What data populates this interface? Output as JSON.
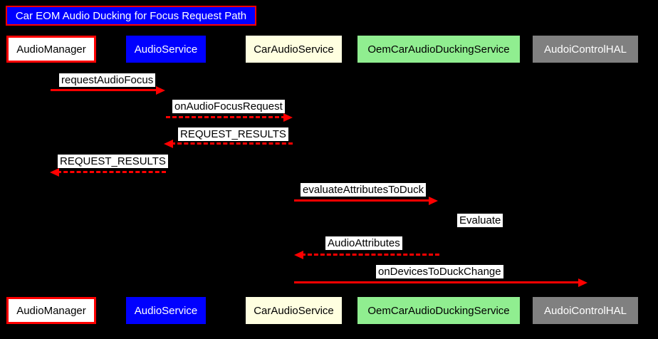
{
  "title": "Car EOM Audio Ducking for Focus Request Path",
  "diagram_type": "sequence",
  "colors": {
    "background": "#000000",
    "arrow": "#FF0000",
    "message_label_bg": "#FFFFFF",
    "message_label_text": "#000000",
    "title_bg": "#0000FF",
    "title_border": "#FF0000",
    "title_text": "#FFFFFF"
  },
  "actors": [
    {
      "name": "AudioManager",
      "bg": "#FFFFFF",
      "text": "#000000",
      "border": "#FF0000"
    },
    {
      "name": "AudioService",
      "bg": "#0000FF",
      "text": "#FFFFFF",
      "border": "none"
    },
    {
      "name": "CarAudioService",
      "bg": "#FFFFE0",
      "text": "#000000",
      "border": "none"
    },
    {
      "name": "OemCarAudioDuckingService",
      "bg": "#90EE90",
      "text": "#000000",
      "border": "none"
    },
    {
      "name": "AudoiControlHAL",
      "bg": "#808080",
      "text": "#FFFFFF",
      "border": "none"
    }
  ],
  "messages": [
    {
      "label": "requestAudioFocus",
      "from": "AudioManager",
      "to": "AudioService",
      "line": "solid",
      "direction": "right"
    },
    {
      "label": "onAudioFocusRequest",
      "from": "AudioService",
      "to": "CarAudioService",
      "line": "dashed",
      "direction": "right"
    },
    {
      "label": "REQUEST_RESULTS",
      "from": "CarAudioService",
      "to": "AudioService",
      "line": "dashed",
      "direction": "left"
    },
    {
      "label": "REQUEST_RESULTS",
      "from": "AudioService",
      "to": "AudioManager",
      "line": "dashed",
      "direction": "left"
    },
    {
      "label": "evaluateAttributesToDuck",
      "from": "CarAudioService",
      "to": "OemCarAudioDuckingService",
      "line": "solid",
      "direction": "right"
    },
    {
      "label": "Evaluate",
      "from": "OemCarAudioDuckingService",
      "to": "OemCarAudioDuckingService",
      "line": "none",
      "direction": "self"
    },
    {
      "label": "AudioAttributes",
      "from": "OemCarAudioDuckingService",
      "to": "CarAudioService",
      "line": "dashed",
      "direction": "left"
    },
    {
      "label": "onDevicesToDuckChange",
      "from": "CarAudioService",
      "to": "AudoiControlHAL",
      "line": "solid",
      "direction": "right"
    }
  ]
}
